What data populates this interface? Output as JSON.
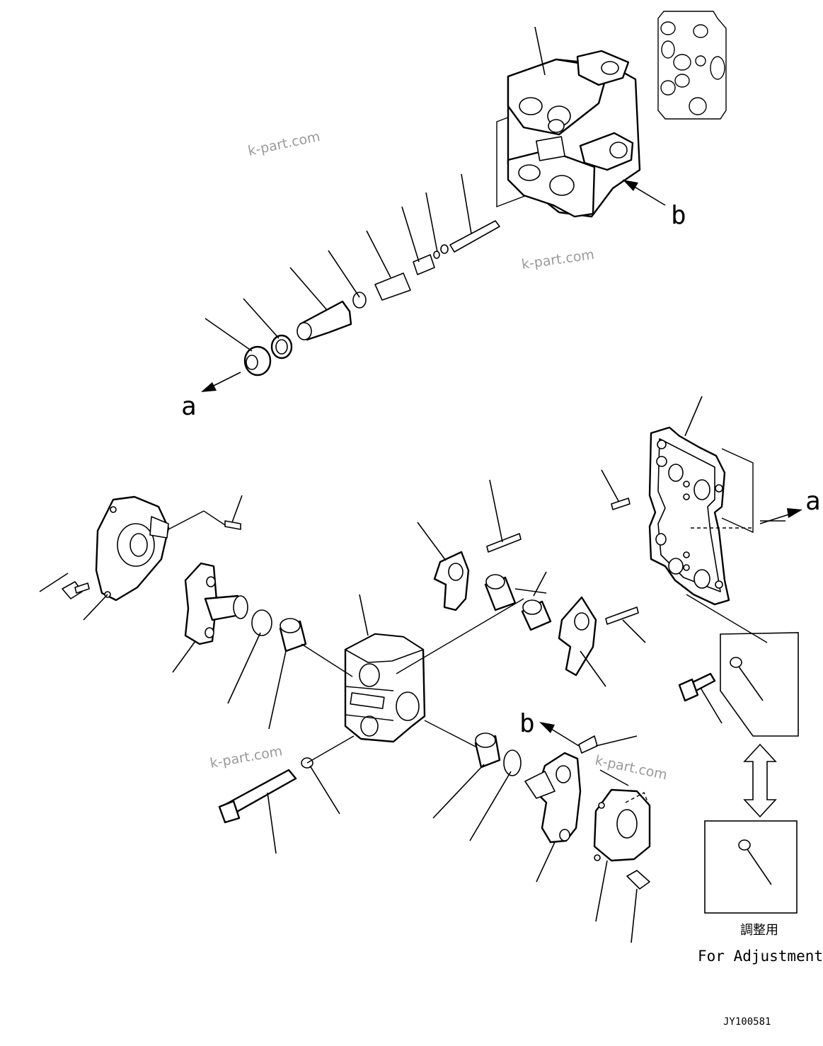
{
  "labels": {
    "a_top": "a",
    "b_top": "b",
    "a_right": "a",
    "b_bottom": "b"
  },
  "watermark": "k-part.com",
  "inset_caption_jp": "調整用",
  "inset_caption_en": "For Adjustment",
  "drawing_code": "JY100581"
}
